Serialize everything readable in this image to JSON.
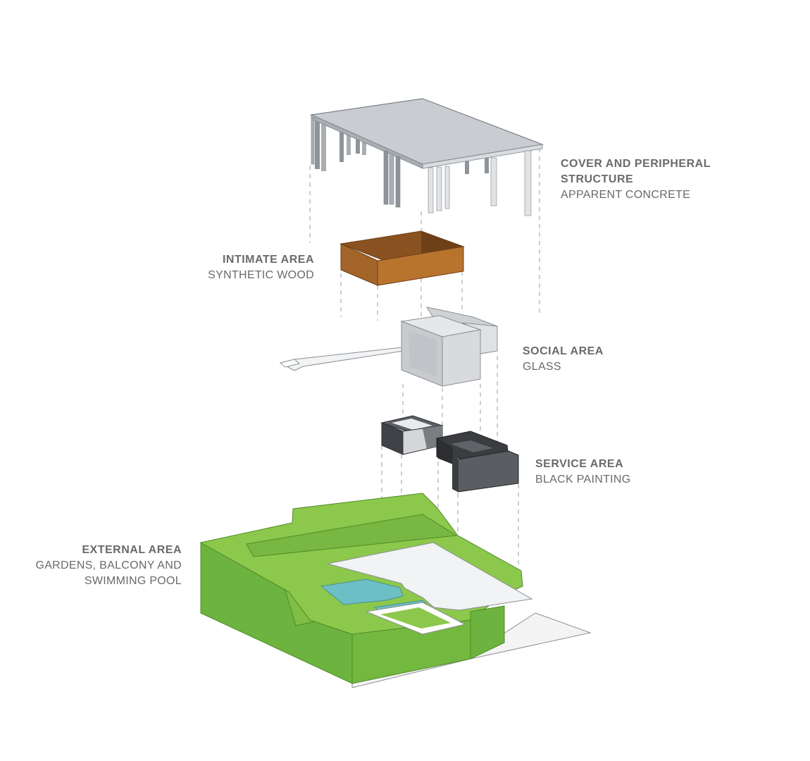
{
  "labels": {
    "cover": {
      "title": "COVER AND PERIPHERAL STRUCTURE",
      "line1": "COVER AND PERIPHERAL",
      "line2": "STRUCTURE",
      "material": "APPARENT CONCRETE"
    },
    "intimate": {
      "title": "INTIMATE AREA",
      "material": "SYNTHETIC WOOD"
    },
    "social": {
      "title": "SOCIAL AREA",
      "material": "GLASS"
    },
    "service": {
      "title": "SERVICE AREA",
      "material": "BLACK PAINTING"
    },
    "external": {
      "title": "EXTERNAL AREA",
      "material_line1": "GARDENS, BALCONY AND",
      "material_line2": "SWIMMING POOL"
    }
  },
  "colors": {
    "concrete_top": "#c9cdd1",
    "concrete_side": "#a9aeb3",
    "wood_front": "#b8732d",
    "wood_inside": "#8a5220",
    "glass": "#d6d8db",
    "black_paint": "#4a4c50",
    "grass_top": "#8cc84b",
    "grass_side": "#6db33f",
    "pool": "#6cbfc4",
    "label_text": "#6a6a6a"
  }
}
